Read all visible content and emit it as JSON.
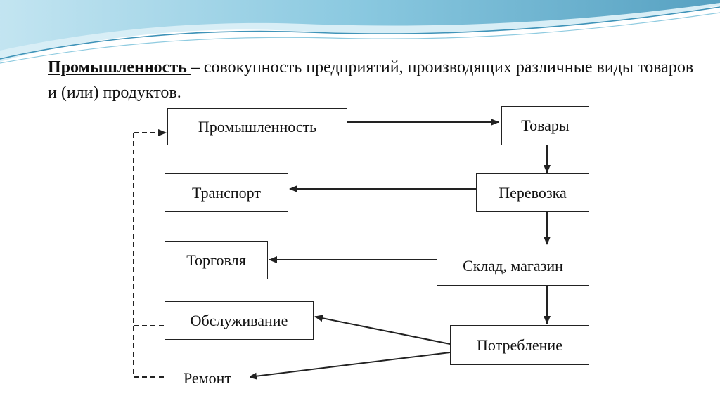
{
  "slide": {
    "definition_term": "Промышленность ",
    "definition_text": "– совокупность предприятий, производящих различные виды товаров и (или)  продуктов."
  },
  "diagram": {
    "nodes": {
      "industry": "Промышленность",
      "goods": "Товары",
      "transport": "Транспорт",
      "shipping": "Перевозка",
      "trade": "Торговля",
      "warehouse": "Склад, магазин",
      "service": "Обслуживание",
      "consumption": "Потребление",
      "repair": "Ремонт"
    }
  },
  "colors": {
    "wave_light": "#cfe9f3",
    "wave_mid": "#8fcbe0",
    "wave_dark": "#3f93b8",
    "line": "#222222"
  }
}
